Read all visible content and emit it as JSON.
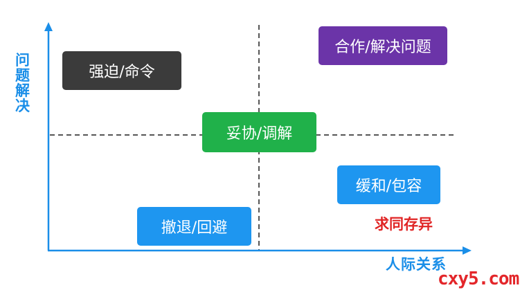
{
  "diagram": {
    "y_axis_label": "问题解决",
    "x_axis_label": "人际关系",
    "boxes": {
      "force": {
        "text": "强迫/命令",
        "color": "#3b3b3b"
      },
      "collaborate": {
        "text": "合作/解决问题",
        "color": "#6b34a8"
      },
      "compromise": {
        "text": "妥协/调解",
        "color": "#20b14a"
      },
      "accommodate": {
        "text": "缓和/包容",
        "color": "#1e96f0"
      },
      "avoid": {
        "text": "撤退/回避",
        "color": "#1e96f0"
      }
    },
    "note": {
      "text": "求同存异",
      "color": "#e02424"
    },
    "axis_color": "#1a8ee8",
    "divider_color": "#555555"
  },
  "watermark": "cxy5.com"
}
